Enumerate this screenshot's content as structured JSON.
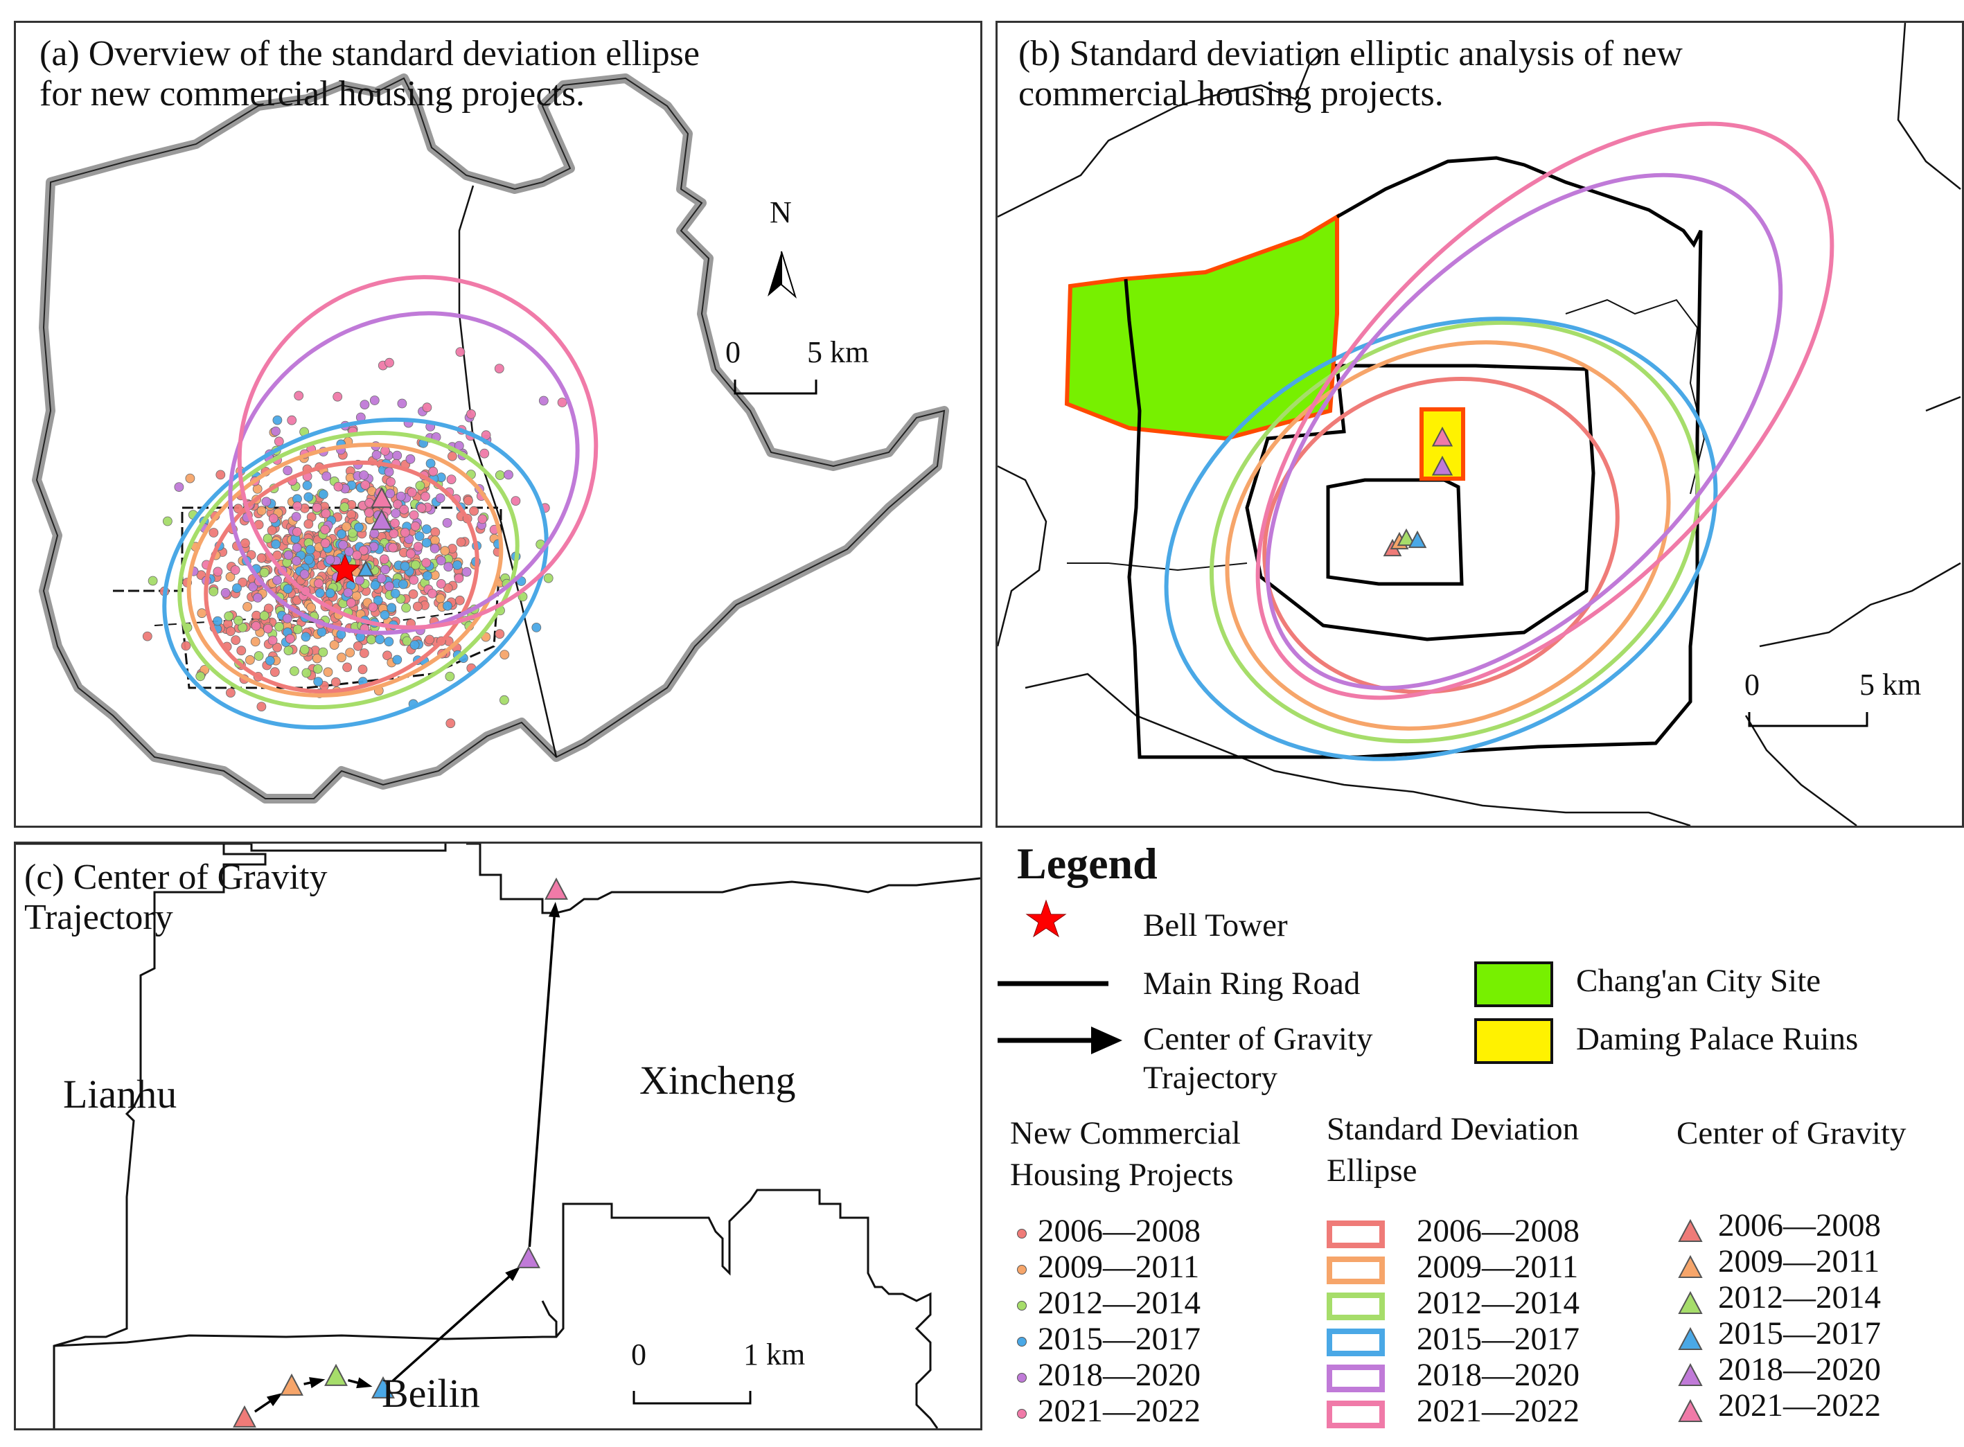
{
  "panels": {
    "a": {
      "title": "(a) Overview of the standard deviation ellipse\nfor new commercial housing projects.",
      "north": "N",
      "scale": {
        "start": "0",
        "end": "5 km"
      }
    },
    "b": {
      "title": "(b) Standard deviation elliptic analysis of new\ncommercial housing projects.",
      "scale": {
        "start": "0",
        "end": "5 km"
      }
    },
    "c": {
      "title": "(c) Center of Gravity\nTrajectory",
      "places": {
        "lianhu": "Lianhu",
        "xincheng": "Xincheng",
        "beilin": "Beilin"
      },
      "scale": {
        "start": "0",
        "end": "1 km"
      }
    }
  },
  "legend": {
    "title": "Legend",
    "bell_tower": "Bell Tower",
    "main_ring_road": "Main Ring Road",
    "trajectory": "Center of Gravity\nTrajectory",
    "changan": "Chang'an City Site",
    "daming": "Daming Palace Ruins",
    "col_projects": "New Commercial\nHousing Projects",
    "col_ellipse": "Standard Deviation\nEllipse",
    "col_center": "Center of Gravity",
    "periods": [
      {
        "label": "2006—2008",
        "color": "#ef7b78"
      },
      {
        "label": "2009—2011",
        "color": "#f6a56a"
      },
      {
        "label": "2012—2014",
        "color": "#a6dd6a"
      },
      {
        "label": "2015—2017",
        "color": "#4aa8e6"
      },
      {
        "label": "2018—2020",
        "color": "#c07ad8"
      },
      {
        "label": "2021—2022",
        "color": "#f07aa8"
      }
    ],
    "colors": {
      "changan": "#77f000",
      "daming": "#fff200",
      "bell_tower": "#ff0000"
    }
  }
}
